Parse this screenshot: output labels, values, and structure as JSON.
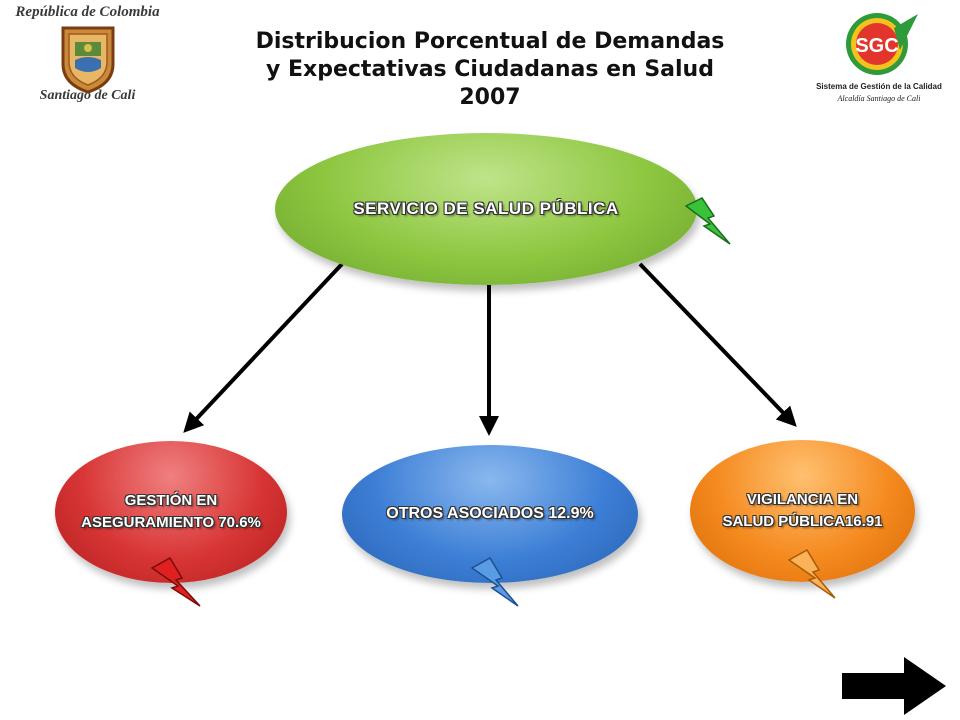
{
  "title": {
    "line1": "Distribucion Porcentual de Demandas",
    "line2": "y Expectativas Ciudadanas en Salud",
    "line3": "2007"
  },
  "logos": {
    "left": {
      "top_text": "República de Colombia",
      "bottom_text": "Santiago de Cali",
      "icon": "coat-of-arms-icon"
    },
    "right": {
      "badge_text": "SGC",
      "caption": "Sistema de Gestión de la Calidad",
      "subcaption": "Alcaldía Santiago de Cali",
      "icon": "sgc-logo-icon"
    }
  },
  "nodes": {
    "root": {
      "label": "SERVICIO DE SALUD PÚBLICA",
      "color": "#8dc63f"
    },
    "gestion": {
      "line1": "GESTIÓN EN",
      "line2": "ASEGURAMIENTO 70.6%",
      "color": "#d83535"
    },
    "otros": {
      "label": "OTROS ASOCIADOS 12.9%",
      "color": "#3d7fd6"
    },
    "vigilancia": {
      "line1": "VIGILANCIA EN",
      "line2": "SALUD PÚBLICA16.91",
      "color": "#f58a1f"
    }
  },
  "icons": {
    "bolt": "lightning-bolt-icon",
    "next": "next-arrow-icon"
  }
}
